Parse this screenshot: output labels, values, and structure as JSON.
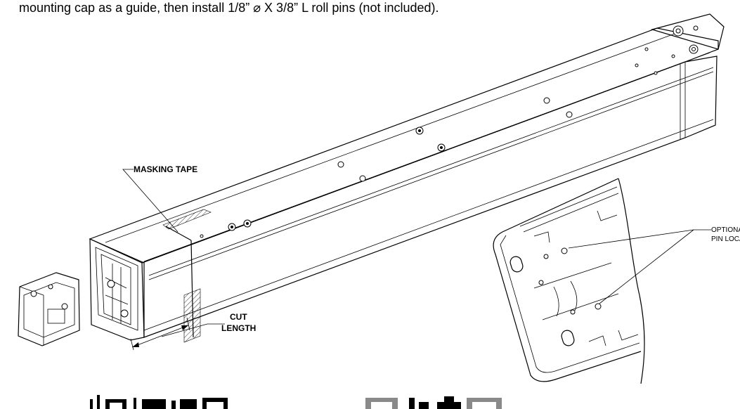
{
  "instruction_text": "mounting cap as a guide, then install 1/8” ⌀ X 3/8” L roll pins (not included).",
  "callouts": {
    "masking_tape": "MASKING TAPE",
    "cut": "CUT",
    "length": "LENGTH",
    "optional_roll": "OPTIONAL ROLL",
    "pin_locations": "PIN LOCATIONS"
  }
}
